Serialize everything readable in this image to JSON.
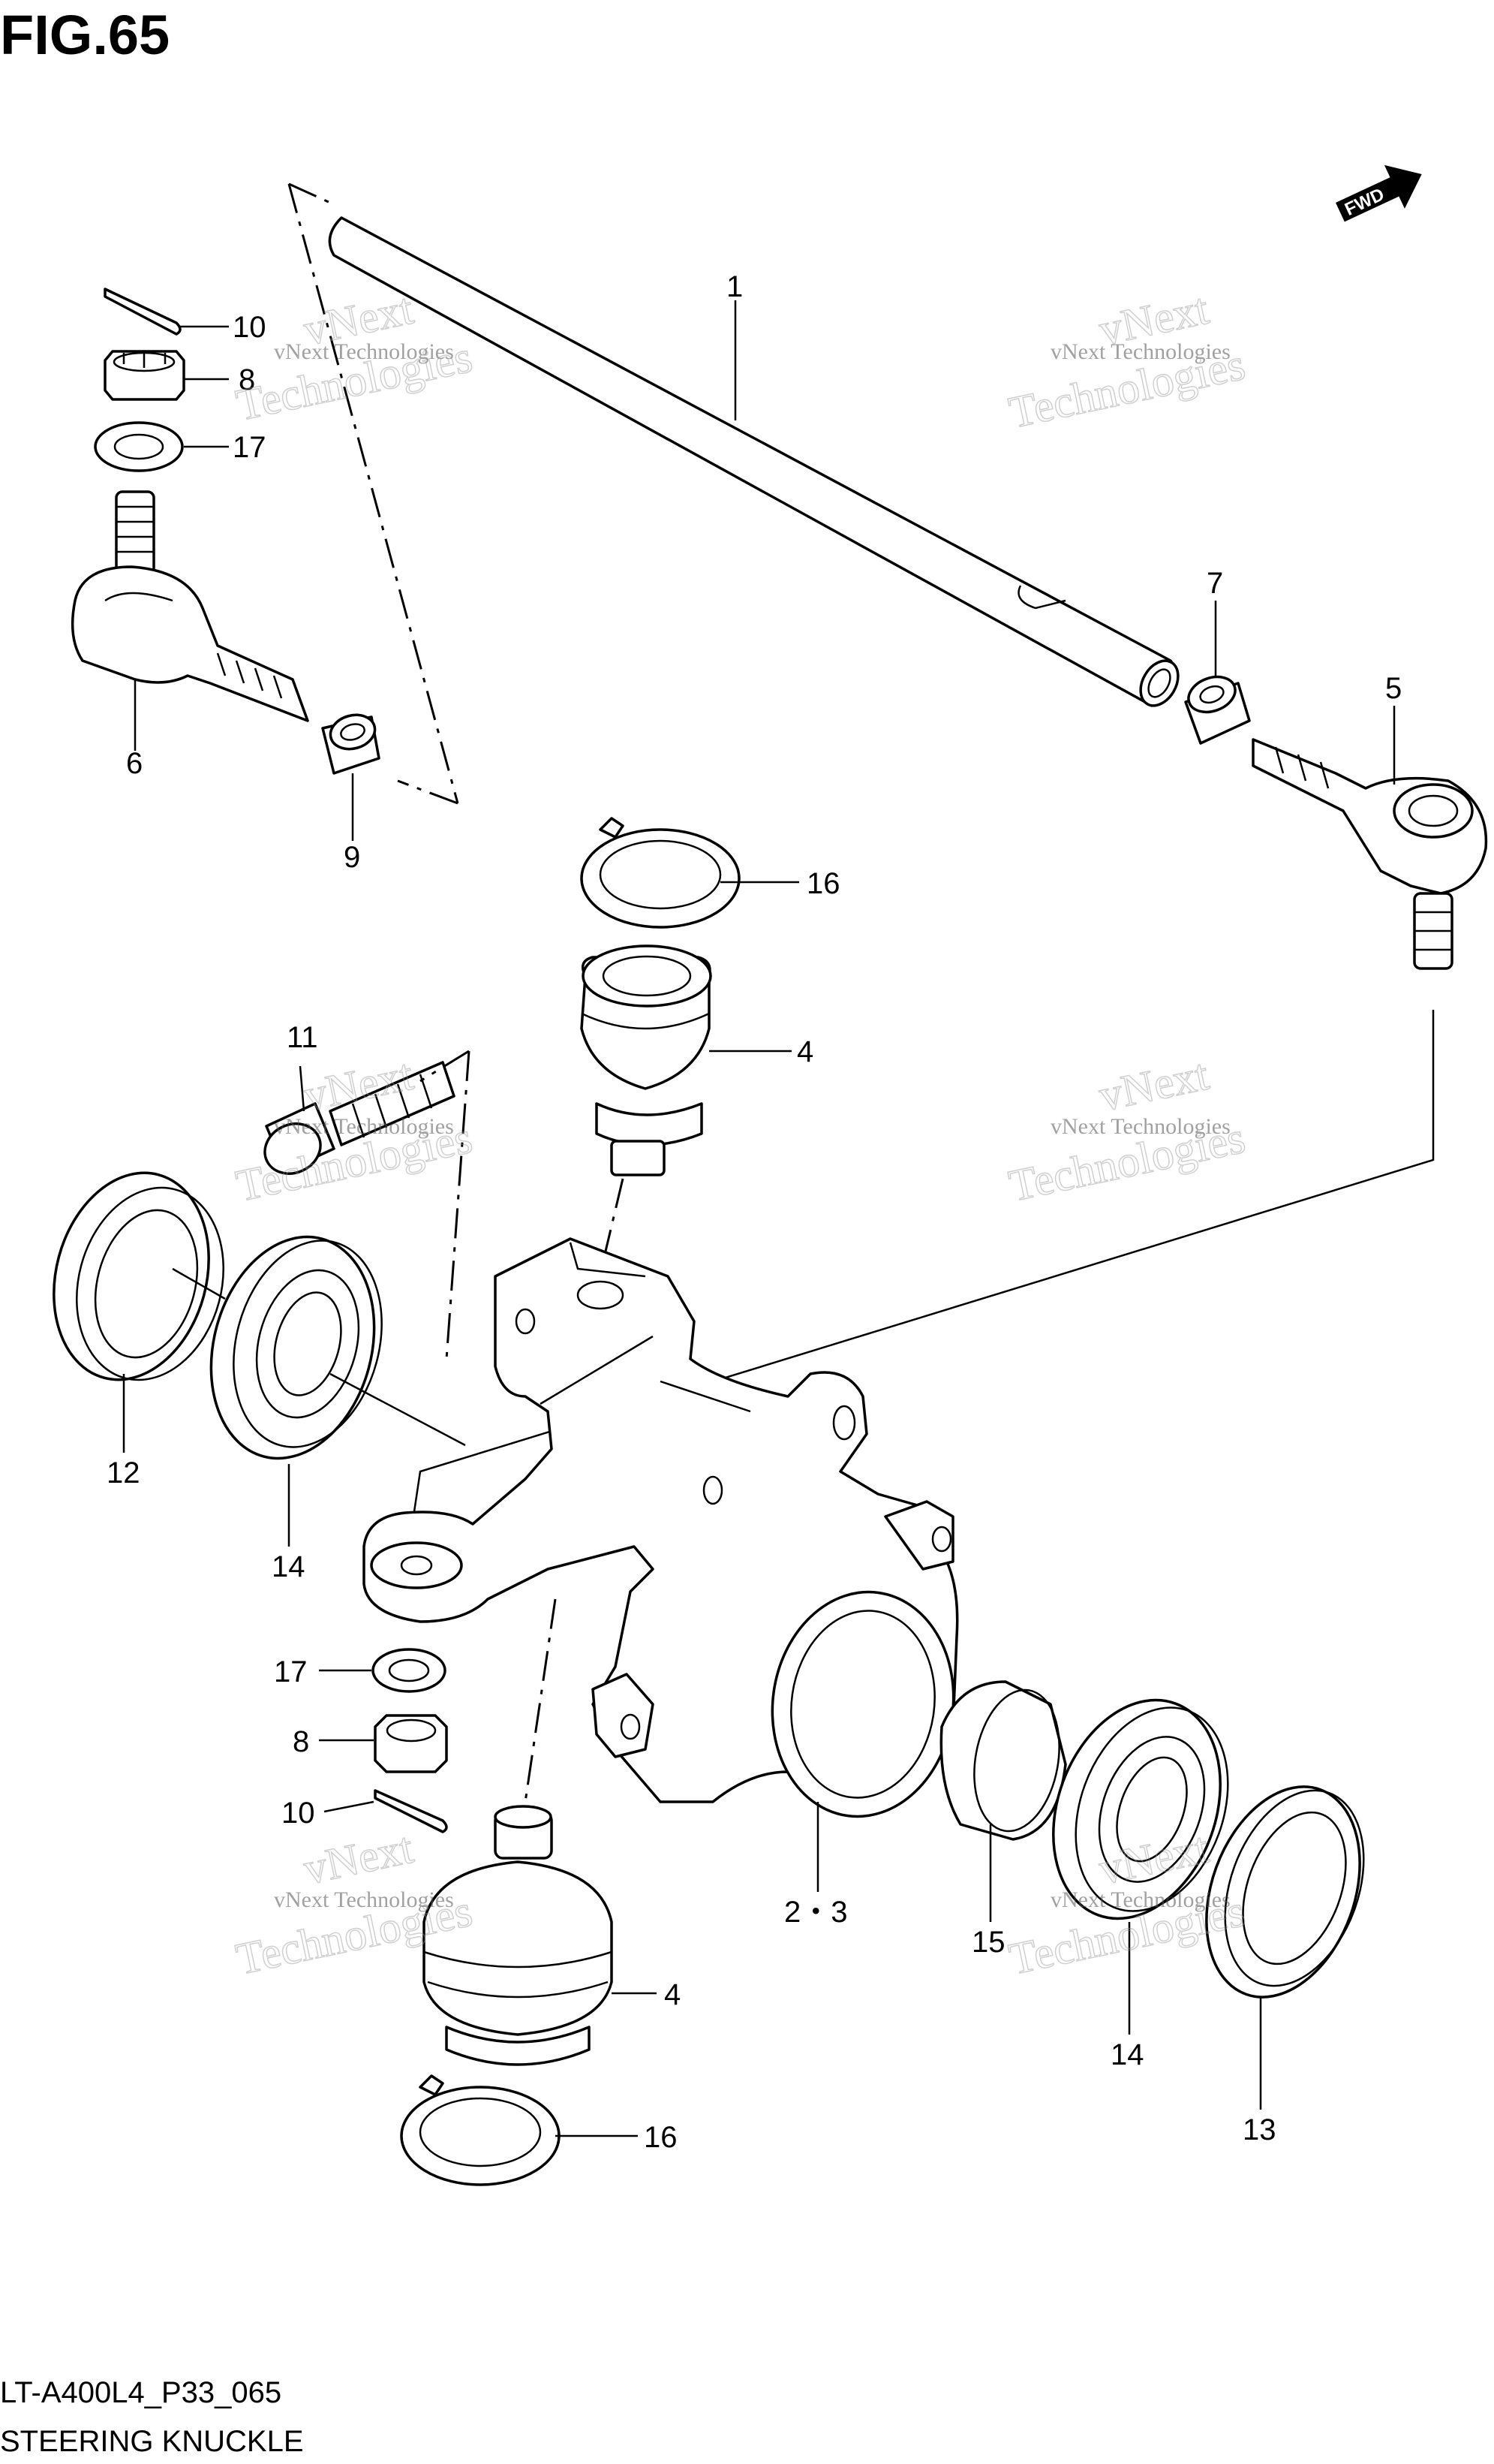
{
  "figure": {
    "title": "FIG.65",
    "code": "LT-A400L4_P33_065",
    "name": "STEERING KNUCKLE",
    "fwd_label": "FWD"
  },
  "watermark": {
    "line_small": "vNext Technologies",
    "line_big_1": "vNext",
    "line_big_2": "Technologies"
  },
  "callouts": {
    "c1": "1",
    "c2_3": "2・3",
    "c4_upper": "4",
    "c4_lower": "4",
    "c5": "5",
    "c6": "6",
    "c7": "7",
    "c8_upper": "8",
    "c8_lower": "8",
    "c9": "9",
    "c10_upper": "10",
    "c10_lower": "10",
    "c11": "11",
    "c12": "12",
    "c13": "13",
    "c14_left": "14",
    "c14_right": "14",
    "c15": "15",
    "c16_upper": "16",
    "c16_lower": "16",
    "c17_upper": "17",
    "c17_lower": "17"
  }
}
